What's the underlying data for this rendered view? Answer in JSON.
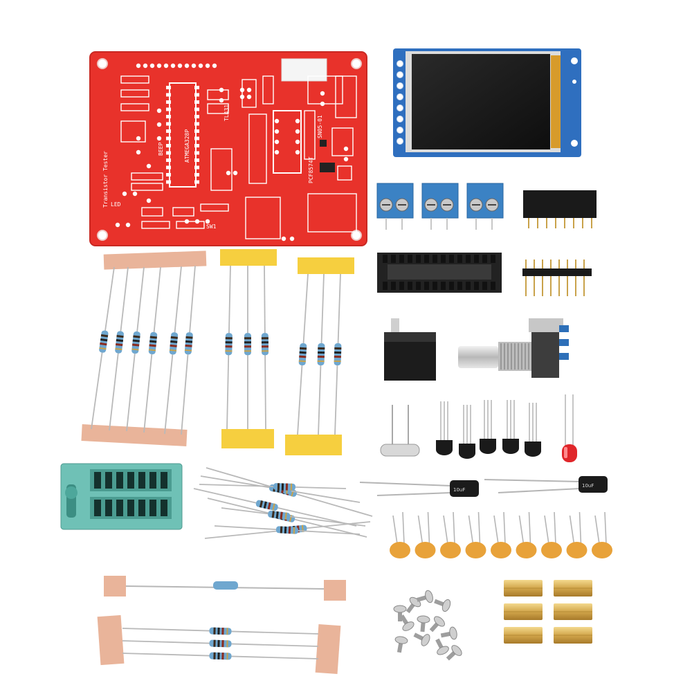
{
  "scene": {
    "kind": "electronics kit flat-lay",
    "background": "#ffffff"
  },
  "pcb": {
    "color": "#e8322b",
    "silkscreen_color": "#ffffff",
    "labels": {
      "mcu": "ATMEGA328P",
      "title": "Transistor Tester",
      "buzzer": "BEEP",
      "ic": "PCF8574T",
      "misc1": "LED",
      "misc2": "TL431",
      "misc3": "SW1",
      "misc4": "SN05-01"
    }
  },
  "display": {
    "frame_color": "#2f6fbf",
    "screen_color": "#1b1b1b",
    "pin_count": 8
  },
  "terminal_blocks": {
    "count": 3,
    "color": "#3b82c4"
  },
  "header_female": {
    "pins": 8
  },
  "header_male": {
    "pins": 8
  },
  "ic_socket": {
    "pins_per_side": 14
  },
  "zif_socket": {
    "color": "#6fc1b6"
  },
  "electrolytic_caps": {
    "labels": [
      "10uF",
      "10uF"
    ]
  },
  "ceramic_caps": {
    "count": 9,
    "color": "#e8a23a"
  },
  "transistors": {
    "count": 5
  },
  "led": {
    "color": "#e0262a"
  },
  "brass_standoffs": {
    "count": 6,
    "color": "#d8b25a"
  },
  "screws": {
    "count": 12
  }
}
